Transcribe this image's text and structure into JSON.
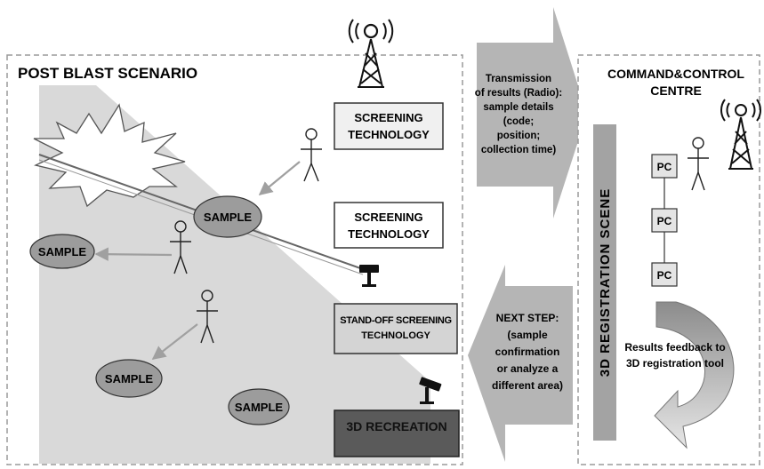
{
  "post_blast": {
    "title": "POST BLAST SCENARIO",
    "samples": [
      "SAMPLE",
      "SAMPLE",
      "SAMPLE",
      "SAMPLE"
    ]
  },
  "technologies": {
    "screening_1": [
      "SCREENING",
      "TECHNOLOGY"
    ],
    "screening_2": [
      "SCREENING",
      "TECHNOLOGY"
    ],
    "standoff": [
      "STAND-OFF SCREENING",
      "TECHNOLOGY"
    ],
    "recreation": "3D RECREATION"
  },
  "transmission_text": [
    "Transmission",
    "of results (Radio):",
    "sample details",
    "(code;",
    "position;",
    "collection time)"
  ],
  "next_step_text": [
    "NEXT STEP:",
    "(sample",
    "confirmation",
    "or analyze a",
    "different area)"
  ],
  "command_centre": {
    "title": [
      "COMMAND&CONTROL",
      "CENTRE"
    ],
    "scene_label": "3D REGISTRATION SCENE",
    "pcs": [
      "PC",
      "PC",
      "PC"
    ],
    "feedback_text": [
      "Results feedback to",
      "3D registration tool"
    ]
  },
  "colors": {
    "wedge": "#d9d9d9",
    "arrow_gray": "#a6a6a6",
    "sample_fill": "#9c9c9c",
    "recreation_fill": "#5a5a5a",
    "dashed_border": "#9a9a9a"
  },
  "icons": [
    "radio-tower-icon",
    "person-icon",
    "standoff-sensor-icon",
    "explosion-icon"
  ]
}
